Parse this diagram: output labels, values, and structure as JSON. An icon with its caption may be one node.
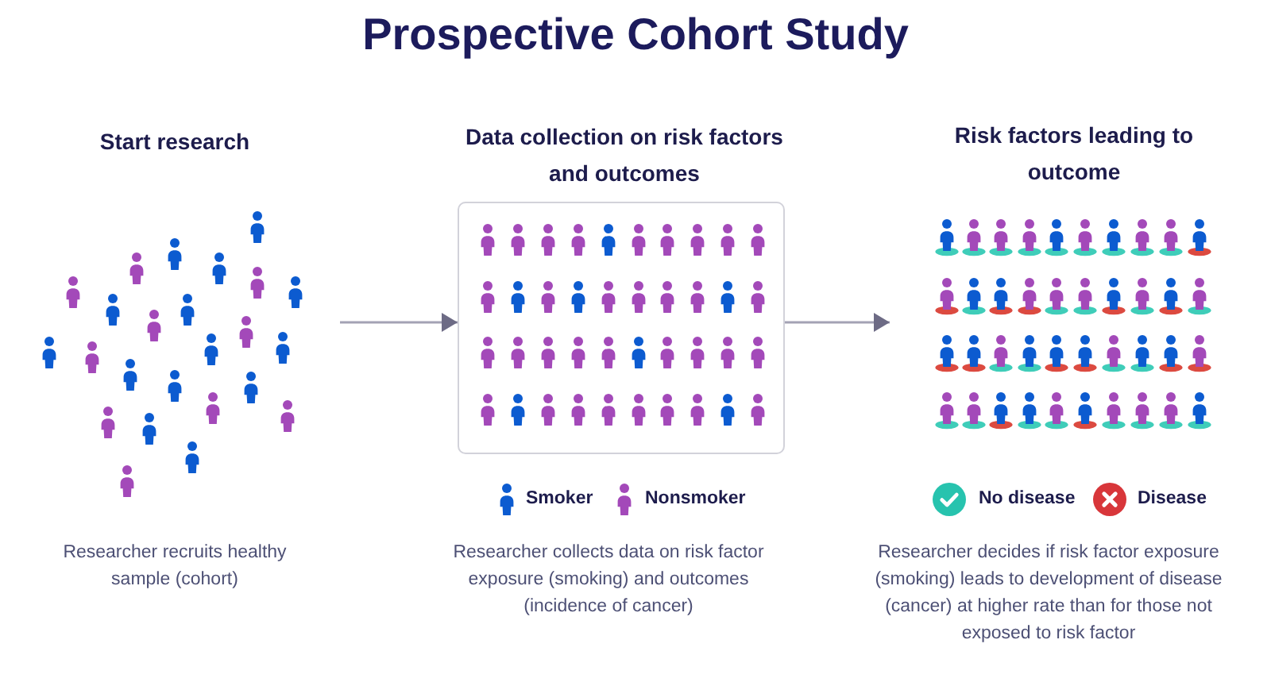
{
  "diagram": {
    "title": "Prospective Cohort Study",
    "nodes": [
      {
        "text": [
          "Start research"
        ]
      },
      {
        "text": [
          "Data collection on risk factors and outcomes"
        ]
      },
      {
        "text": [
          "Risk factors leading to outcome"
        ]
      }
    ],
    "edges": [
      {
        "from": 0,
        "to": 1,
        "arrow": "to"
      },
      {
        "from": 1,
        "to": 2,
        "arrow": "to"
      }
    ],
    "labels": [
      "Researcher recruits healthy sample (cohort)",
      "Researcher collects data on risk factor exposure (smoking) and outcomes (incidence of cancer)",
      "Researcher decides if risk factor exposure (smoking) leads to development of disease (cancer) at higher rate than for those not exposed to risk factor"
    ],
    "legend": [
      {
        "text": "Smoker"
      },
      {
        "text": "Nonsmoker"
      },
      {
        "text": "No disease"
      },
      {
        "text": "Disease"
      }
    ]
  }
}
